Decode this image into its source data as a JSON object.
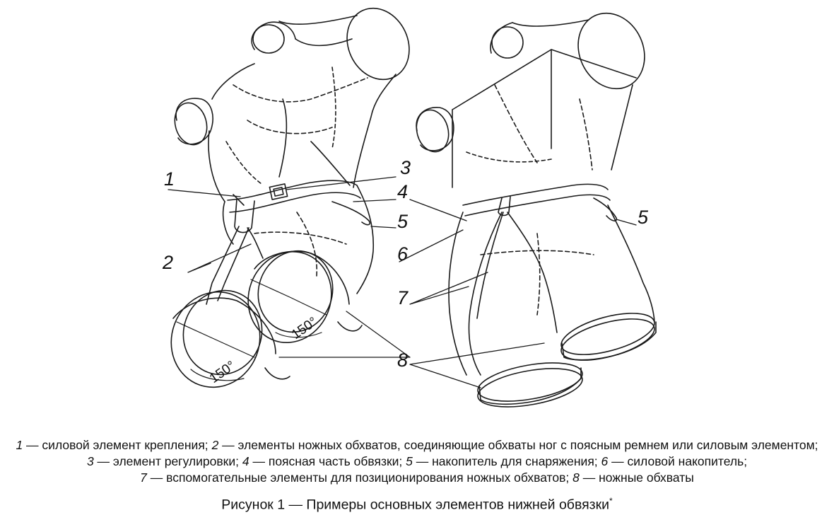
{
  "figure": {
    "left_callouts": [
      "1",
      "2",
      "3",
      "4",
      "5",
      "6"
    ],
    "right_callouts": [
      "5",
      "7",
      "8"
    ],
    "angle_labels": [
      "150°",
      "150°"
    ]
  },
  "legend": {
    "items": [
      {
        "num": "1",
        "text": "силовой элемент крепления;"
      },
      {
        "num": "2",
        "text": "элементы ножных обхватов, соединяющие обхваты ног с поясным ремнем или силовым элементом;"
      },
      {
        "num": "3",
        "text": "элемент регулировки;"
      },
      {
        "num": "4",
        "text": "поясная часть обвязки;"
      },
      {
        "num": "5",
        "text": "накопитель для снаряжения;"
      },
      {
        "num": "6",
        "text": "силовой накопитель;"
      },
      {
        "num": "7",
        "text": "вспомогательные элементы для позиционирования ножных обхватов;"
      },
      {
        "num": "8",
        "text": "ножные обхваты"
      }
    ],
    "dash": "—"
  },
  "caption": {
    "text": "Рисунок 1 — Примеры основных элементов нижней обвязки",
    "mark": "*"
  }
}
